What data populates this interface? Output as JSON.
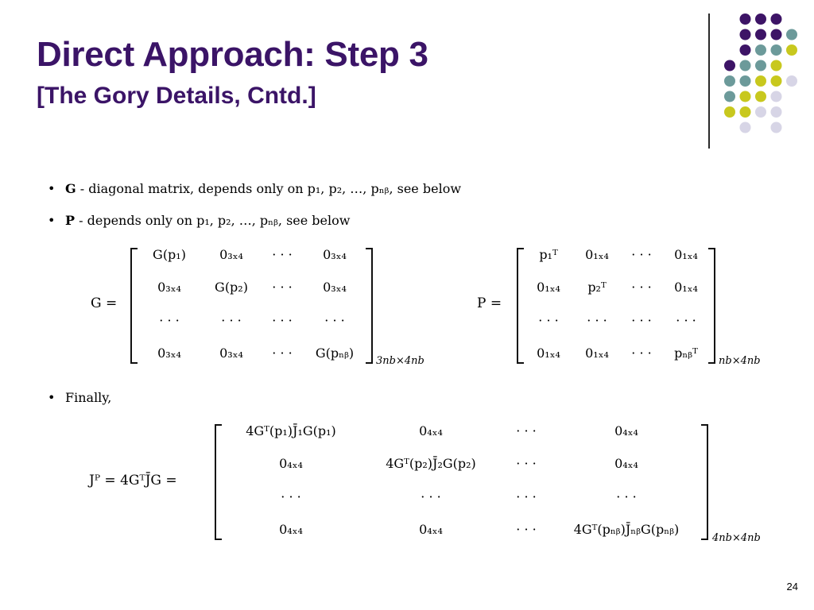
{
  "slide": {
    "title": "Direct Approach: Step 3",
    "subtitle": "[The Gory Details, Cntd.]",
    "page_number": "24"
  },
  "bullets": [
    {
      "symbol": "G",
      "text": " - diagonal matrix, depends only on p₁, p₂, …, pₙᵦ, see below"
    },
    {
      "symbol": "P",
      "text": " - depends only on p₁, p₂, …, pₙᵦ, see below"
    },
    {
      "symbol": "",
      "text": "Finally,"
    }
  ],
  "matrix_G": {
    "label": "G =",
    "dims": "3nb×4nb",
    "rows": [
      [
        "G(p₁)",
        "0₃ₓ₄",
        "· · ·",
        "0₃ₓ₄"
      ],
      [
        "0₃ₓ₄",
        "G(p₂)",
        "· · ·",
        "0₃ₓ₄"
      ],
      [
        "· · ·",
        "· · ·",
        "· · ·",
        "· · ·"
      ],
      [
        "0₃ₓ₄",
        "0₃ₓ₄",
        "· · ·",
        "G(pₙᵦ)"
      ]
    ]
  },
  "matrix_P": {
    "label": "P =",
    "dims": "nb×4nb",
    "rows": [
      [
        "p₁ᵀ",
        "0₁ₓ₄",
        "· · ·",
        "0₁ₓ₄"
      ],
      [
        "0₁ₓ₄",
        "p₂ᵀ",
        "· · ·",
        "0₁ₓ₄"
      ],
      [
        "· · ·",
        "· · ·",
        "· · ·",
        "· · ·"
      ],
      [
        "0₁ₓ₄",
        "0₁ₓ₄",
        "· · ·",
        "pₙᵦᵀ"
      ]
    ]
  },
  "matrix_J": {
    "label": "Jᴾ = 4GᵀJ̄G =",
    "dims": "4nb×4nb",
    "rows": [
      [
        "4Gᵀ(p₁)J̄₁G(p₁)",
        "0₄ₓ₄",
        "· · ·",
        "0₄ₓ₄"
      ],
      [
        "0₄ₓ₄",
        "4Gᵀ(p₂)J̄₂G(p₂)",
        "· · ·",
        "0₄ₓ₄"
      ],
      [
        "· · ·",
        "· · ·",
        "· · ·",
        "· · ·"
      ],
      [
        "0₄ₓ₄",
        "0₄ₓ₄",
        "· · ·",
        "4Gᵀ(pₙᵦ)J̄ₙᵦG(pₙᵦ)"
      ]
    ]
  },
  "theme": {
    "title_color": "#3b1467",
    "dot_colors": {
      "purple": "#3d1466",
      "teal": "#6c9a9a",
      "yellow": "#c8c81e",
      "lavender": "#d7d5e6"
    }
  }
}
